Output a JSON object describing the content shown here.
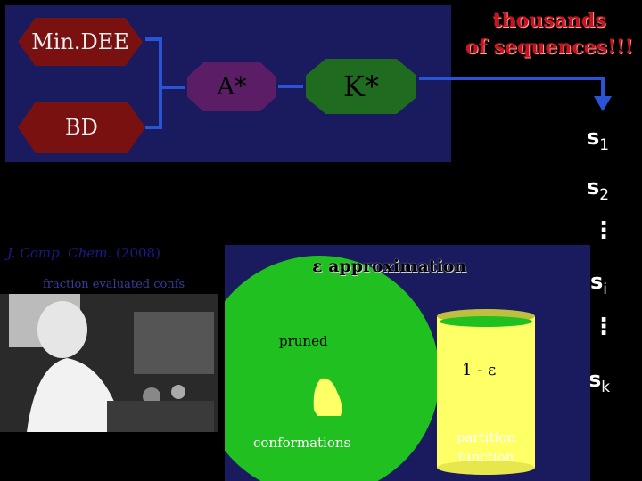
{
  "header": {
    "mindee": "Min.DEE",
    "bd": "BD",
    "astar": "A*",
    "kstar": "K*",
    "title_line1": "thousands",
    "title_line2": "of sequences!!!"
  },
  "sequences": {
    "s1": "s",
    "s1_sub": "1",
    "s2": "s",
    "s2_sub": "2",
    "dots1": "⋮",
    "si": "s",
    "si_sub": "i",
    "dots2": "⋮",
    "sk": "s",
    "sk_sub": "k"
  },
  "reference": {
    "journal": "J. Comp. Chem.",
    "year": "(2008)",
    "caption": "fraction evaluated confs"
  },
  "diagram": {
    "epsilon_label": "ε approximation",
    "pruned": "pruned",
    "one_minus_eps": "1 - ε",
    "conformations": "conformations",
    "partition_line1": "partition",
    "partition_line2": "function"
  },
  "colors": {
    "panel": "#1a1a5e",
    "red_box": "#7a1111",
    "purple_box": "#5a1d66",
    "green_box": "#1f6b1f",
    "green_circle": "#1fc01f",
    "yellow": "#ffff66",
    "arrow": "#2a54d6"
  }
}
